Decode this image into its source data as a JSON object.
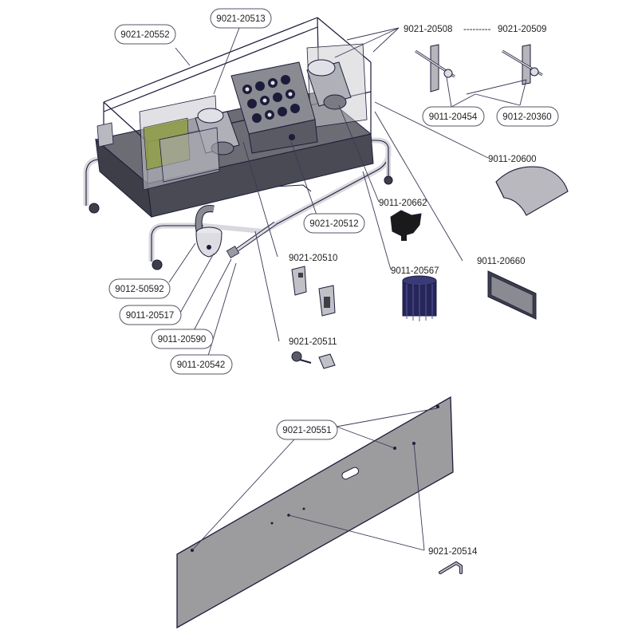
{
  "callouts": {
    "c_20552": "9021-20552",
    "c_20513": "9021-20513",
    "c_20508": "9021-20508",
    "c_dashes": "---------",
    "c_20509": "9021-20509",
    "c_20454": "9011-20454",
    "c_20360": "9012-20360",
    "c_20600": "9011-20600",
    "c_20662": "9011-20662",
    "c_20512": "9021-20512",
    "c_20660": "9011-20660",
    "c_20510": "9021-20510",
    "c_20567": "9011-20567",
    "c_50592": "9012-50592",
    "c_20517": "9011-20517",
    "c_20590": "9011-20590",
    "c_20542": "9011-20542",
    "c_20511": "9021-20511",
    "c_20551": "9021-20551",
    "c_20514": "9021-20514"
  },
  "colors": {
    "line": "#1c1c3a",
    "machine_dark": "#3e3e48",
    "machine_mid": "#8a8a92",
    "frame_light": "#d8d8de",
    "panel": "#9c9c9f",
    "roller_navy": "#26265a",
    "knob_black": "#1a1a1a",
    "bubble_border": "#555566"
  }
}
